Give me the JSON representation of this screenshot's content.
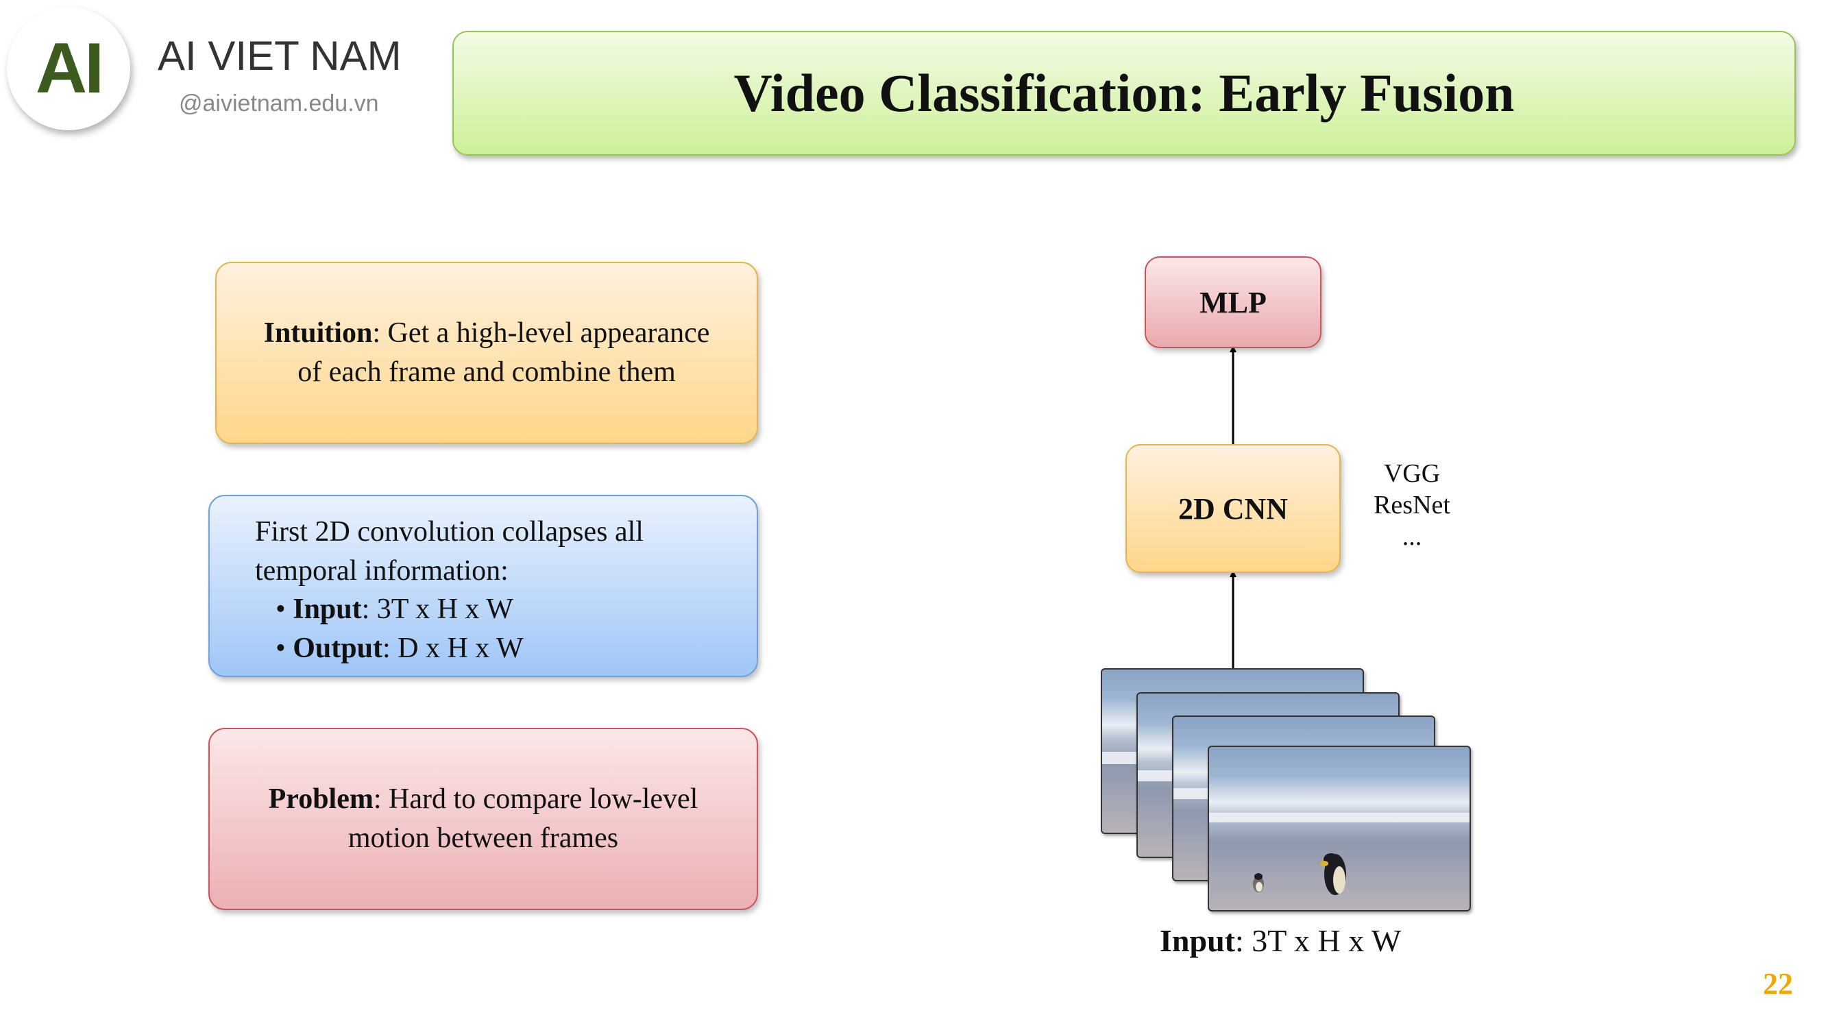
{
  "brand": {
    "logo_text": "AI",
    "name": "AI VIET NAM",
    "handle": "@aivietnam.edu.vn"
  },
  "title": "Video Classification: Early Fusion",
  "left_boxes": {
    "intuition": {
      "label": "Intuition",
      "line1": ": Get a high-level appearance",
      "line2": "of each frame and combine them"
    },
    "convolution": {
      "line1": "First 2D convolution collapses all",
      "line2": "temporal information:",
      "bullets": [
        {
          "label": "Input",
          "value": ": 3T x H x W"
        },
        {
          "label": "Output",
          "value": ": D x H x W"
        }
      ]
    },
    "problem": {
      "label": "Problem",
      "line1": ": Hard to compare low-level",
      "line2": "motion between frames"
    }
  },
  "diagram": {
    "mlp_label": "MLP",
    "cnn_label": "2D CNN",
    "backbones": [
      "VGG",
      "ResNet",
      "..."
    ],
    "input_label": "Input",
    "input_value": ": 3T x H x W",
    "frame_count": 4
  },
  "page_number": "22",
  "colors": {
    "brand_green": "#3d5a1f",
    "title_green": "#cdf098",
    "orange": "#ffd68a",
    "blue": "#9fc6f7",
    "red": "#ecb0b3",
    "page_number": "#f0a800"
  }
}
